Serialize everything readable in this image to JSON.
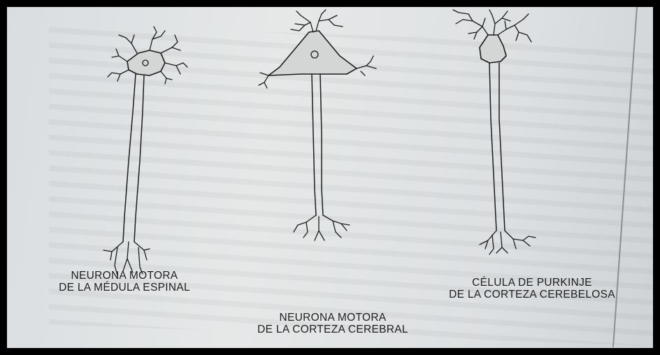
{
  "captions": {
    "spinal_motor_neuron": {
      "line1": "NEURONA MOTORA",
      "line2": "DE LA MÉDULA ESPINAL"
    },
    "cortical_motor_neuron": {
      "line1": "NEURONA MOTORA",
      "line2": "DE LA CORTEZA CEREBRAL"
    },
    "purkinje_cell": {
      "line1": "CÉLULA DE PURKINJE",
      "line2": "DE LA CORTEZA CEREBELOSA"
    }
  }
}
